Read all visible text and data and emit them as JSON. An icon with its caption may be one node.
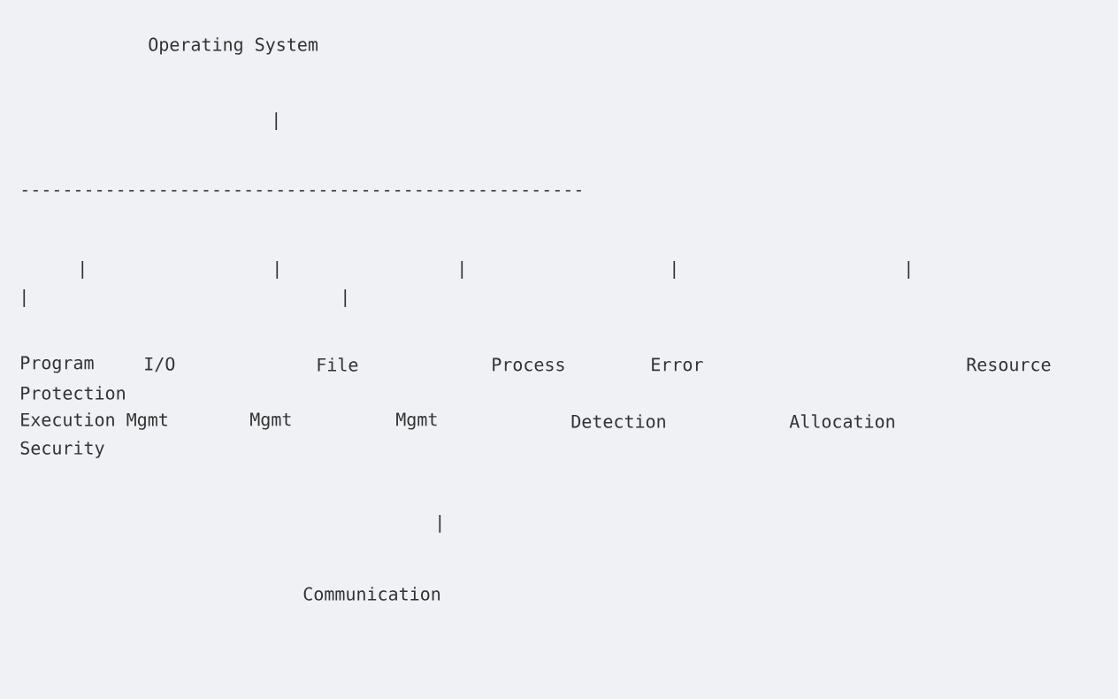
{
  "diagram": {
    "labels": [
      "Operating System",
      "|",
      "-----------------------------------------------------",
      "|",
      "|",
      "|",
      "|",
      "|",
      "|",
      "|",
      "Program",
      "I/O",
      "File",
      "Process",
      "Error",
      "Resource",
      "Protection",
      "Execution Mgmt",
      "Mgmt",
      "Mgmt",
      "Detection",
      "Allocation",
      "Security",
      "|",
      "Communication"
    ]
  }
}
